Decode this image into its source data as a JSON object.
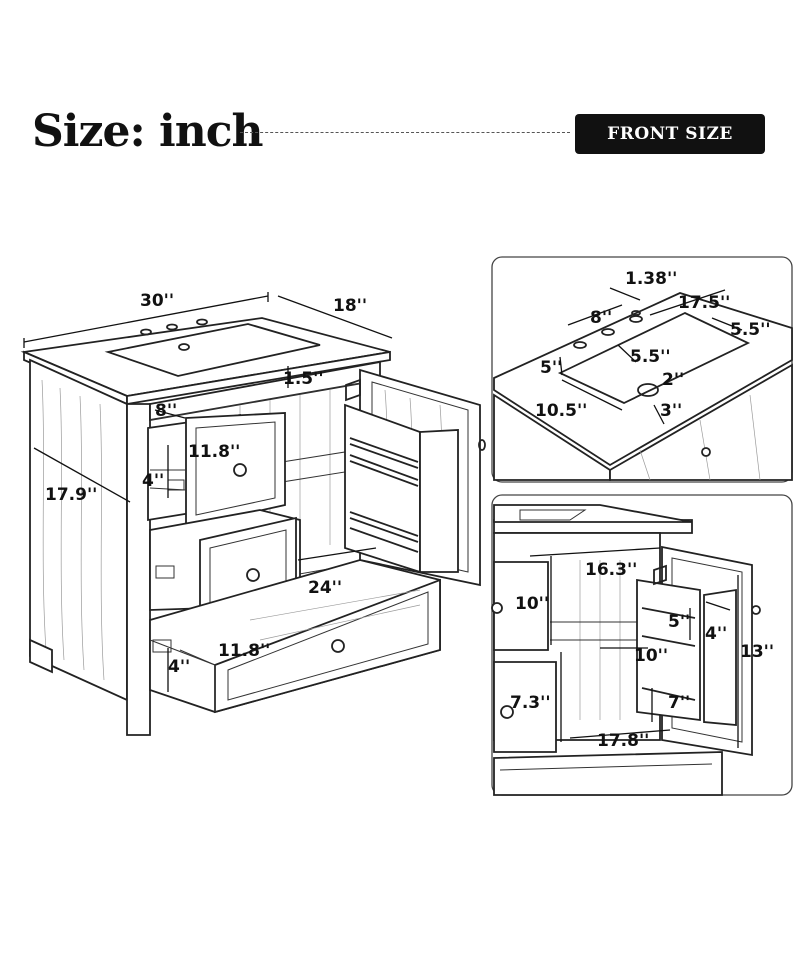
{
  "header": {
    "title": "Size: inch",
    "badge": "FRONT SIZE"
  },
  "main_view": {
    "width": "30''",
    "depth": "18''",
    "height": "17.9''",
    "top_thickness": "1.5''",
    "small_drawer_depth": "8''",
    "small_drawer_width": "11.8''",
    "small_drawer_height": "4''",
    "large_drawer_depth": "24''",
    "large_drawer_width": "11.8''",
    "large_drawer_height": "4''"
  },
  "sink_detail": {
    "overflow": "1.38''",
    "faucet_spacing": "8''",
    "basin_length": "17.5''",
    "basin_width": "5.5''",
    "back_margin": "5''",
    "front_margin": "5.5''",
    "drain": "2''",
    "side_margin": "10.5''",
    "bottom_margin": "3''"
  },
  "cabinet_detail": {
    "cabinet_width": "16.3''",
    "upper_height": "10''",
    "shelf_height": "5''",
    "shelf_depth": "4''",
    "middle_height": "10''",
    "door_height": "13''",
    "lower_height": "7.3''",
    "rack_gap": "7''",
    "bottom_width": "17.8''"
  }
}
